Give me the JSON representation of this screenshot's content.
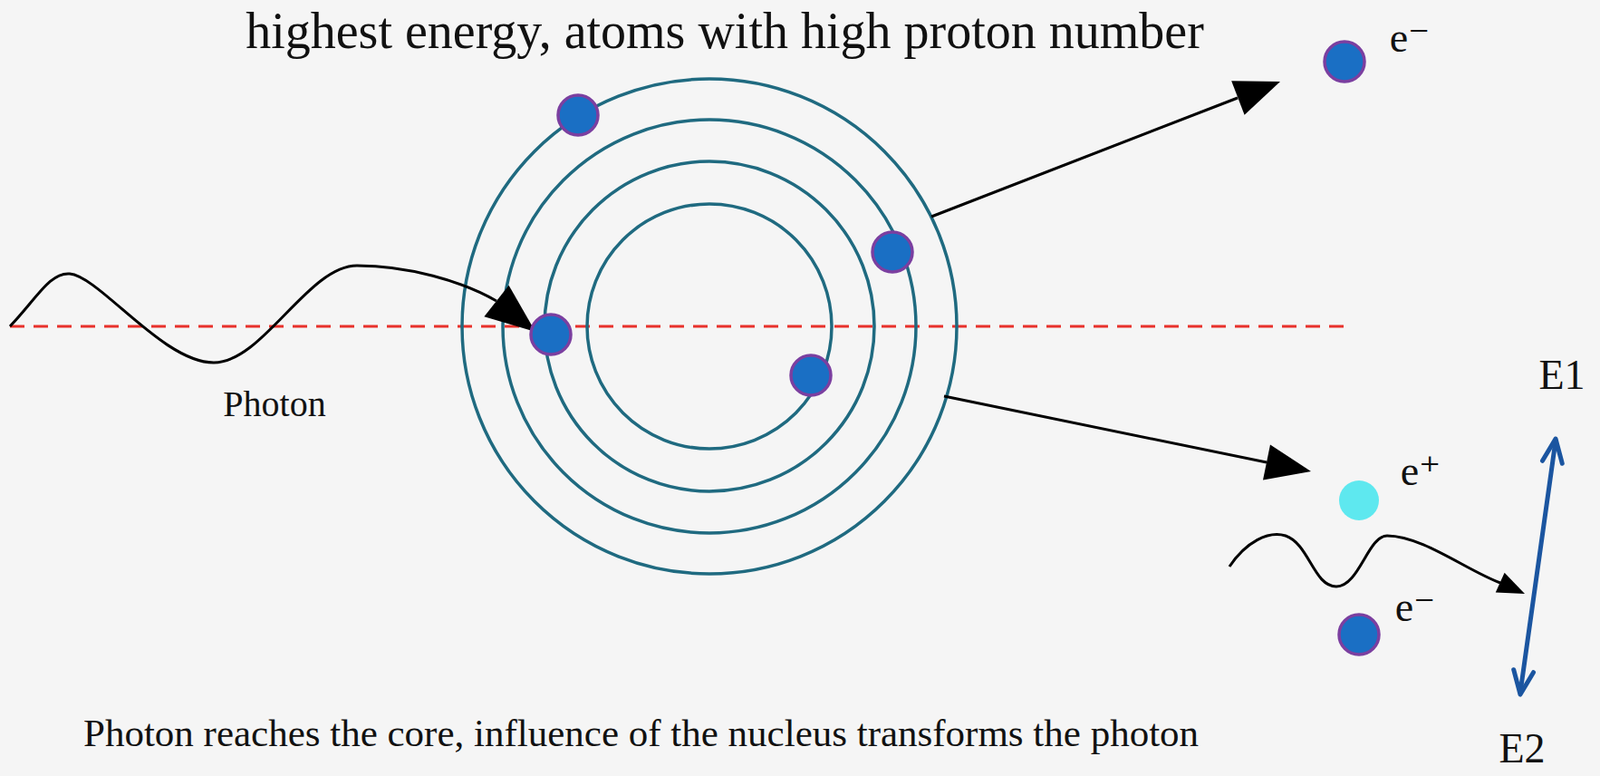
{
  "diagram": {
    "title": "highest energy, atoms with high proton number",
    "caption": "Photon reaches  the core, influence of the nucleus transforms the photon",
    "labels": [
      "e⁻",
      "Photon",
      "E1",
      "e⁺",
      "e⁻",
      "E2"
    ]
  }
}
